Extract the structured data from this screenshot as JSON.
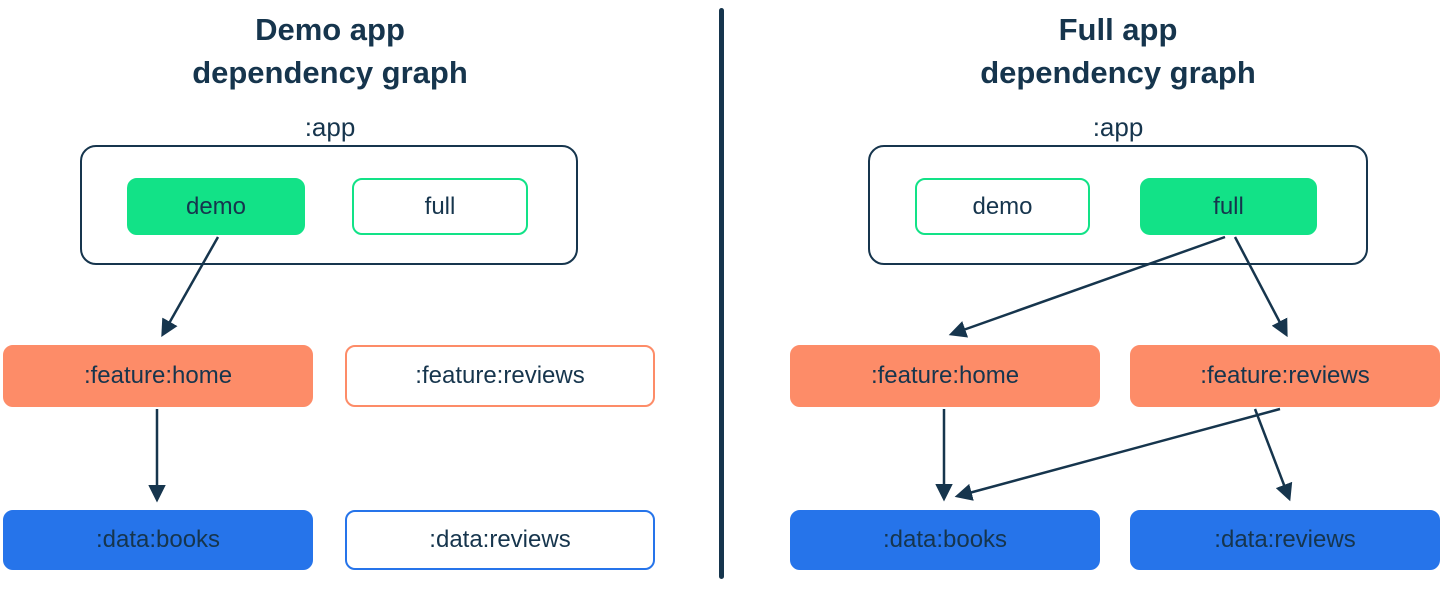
{
  "colors": {
    "navy": "#16354d",
    "green": "#12e287",
    "orange": "#fd8c68",
    "blue": "#2674ea",
    "background": "#ffffff"
  },
  "panels": {
    "left": {
      "title_line1": "Demo app",
      "title_line2": "dependency graph",
      "app_label": ":app",
      "variant_demo": "demo",
      "variant_full": "full",
      "feature_home": ":feature:home",
      "feature_reviews": ":feature:reviews",
      "data_books": ":data:books",
      "data_reviews": ":data:reviews"
    },
    "right": {
      "title_line1": "Full app",
      "title_line2": "dependency graph",
      "app_label": ":app",
      "variant_demo": "demo",
      "variant_full": "full",
      "feature_home": ":feature:home",
      "feature_reviews": ":feature:reviews",
      "data_books": ":data:books",
      "data_reviews": ":data:reviews"
    }
  }
}
